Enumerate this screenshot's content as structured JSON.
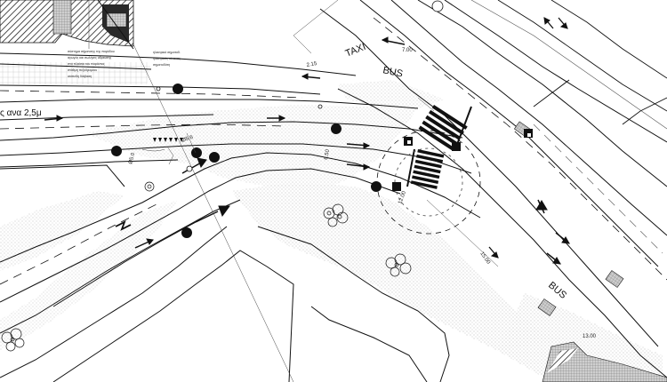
{
  "labels": {
    "taxi": "TAXI",
    "bus_top": "BUS",
    "bus_right": "BUS",
    "left_text": "ς ανα 2,5μ",
    "dim_top_right": "7.00",
    "dim_bottom_right": "13.00",
    "dim_left": "Ø5.0",
    "dim_center": "Ø5.6",
    "dim_mid": "2.15",
    "dim_vertical": "6.50",
    "dim_circle": "12.00",
    "dim_branch": "15.00"
  },
  "notes": {
    "line_1": "σύστημα σήμανσης της παρόδου",
    "line_2": "αγωγός και σωλήνες ύδρευσης",
    "line_3": "στα πλαίσια του παρόντος",
    "line_4": "στάθμη πεζοδρομίου",
    "line_5": "ισόπεδη διάβαση",
    "right_1": "ηλεκτρικό σηματοδ.",
    "right_2": "ηλεκτρικός πίνακας",
    "right_3": "σηματοδότη"
  },
  "colors": {
    "ink": "#111111",
    "hatch": "#9a9a9a",
    "dark_fill": "#2a2a2a",
    "paper": "#ffffff"
  },
  "icons": {
    "signal_pole": "filled-circle",
    "tree": "tree-cluster-icon",
    "traffic_arrow": "arrow-icon"
  }
}
